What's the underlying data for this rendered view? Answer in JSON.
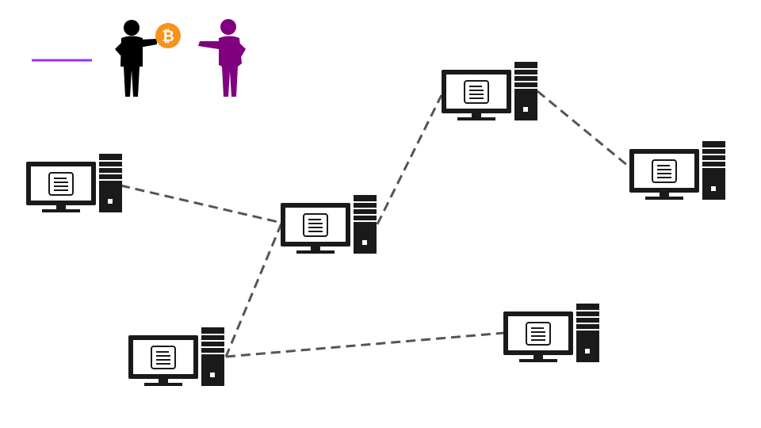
{
  "diagram": {
    "type": "peer-to-peer-network",
    "colors": {
      "background": "#ffffff",
      "node": "#1a1a1a",
      "link": "#555555",
      "accent_line": "#9b30ff",
      "sender": "#000000",
      "receiver": "#800080",
      "coin": "#f7931a",
      "coin_symbol": "#ffffff"
    },
    "legend": {
      "figures": [
        {
          "id": "sender",
          "icon": "person-giving-icon"
        },
        {
          "id": "receiver",
          "icon": "person-receiving-icon"
        }
      ],
      "token": {
        "icon": "bitcoin-icon",
        "symbol": "₿"
      }
    },
    "nodes": [
      {
        "id": "node-1",
        "icon": "computer-icon"
      },
      {
        "id": "node-2",
        "icon": "computer-icon"
      },
      {
        "id": "node-3",
        "icon": "computer-icon"
      },
      {
        "id": "node-4",
        "icon": "computer-icon"
      },
      {
        "id": "node-5",
        "icon": "computer-icon"
      },
      {
        "id": "node-6",
        "icon": "computer-icon"
      }
    ],
    "links": [
      {
        "from": "node-1",
        "to": "node-3"
      },
      {
        "from": "node-3",
        "to": "node-2"
      },
      {
        "from": "node-2",
        "to": "node-4"
      },
      {
        "from": "node-3",
        "to": "node-5"
      },
      {
        "from": "node-5",
        "to": "node-6"
      }
    ]
  }
}
